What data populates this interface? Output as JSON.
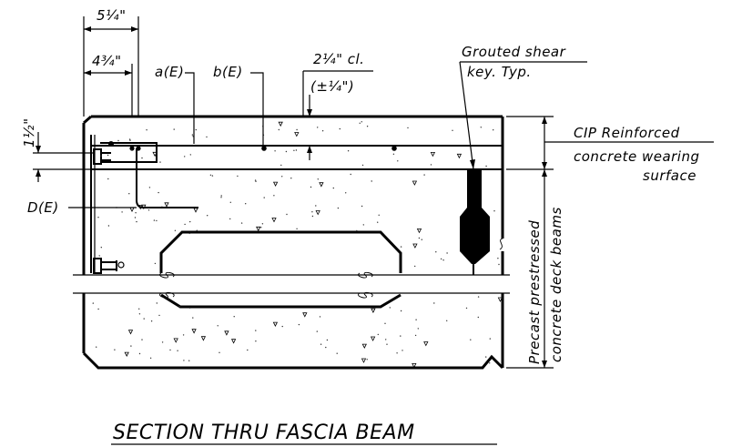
{
  "title": "SECTION THRU FASCIA BEAM",
  "dimensions": {
    "d_5_25": "5¼\"",
    "d_4_75": "4¾\"",
    "d_1_5": "1½\"",
    "d_2_25_clear": "2¼\" cl.",
    "d_tolerance": "(±¼\")"
  },
  "rebar_labels": {
    "a": "a(E)",
    "b": "b(E)",
    "d": "D(E)"
  },
  "callouts": {
    "grouted_line1": "Grouted shear",
    "grouted_line2": "key. Typ.",
    "cip_line1": "CIP Reinforced",
    "cip_line2": "concrete wearing",
    "cip_line3": "surface",
    "precast_line1": "Precast prestressed",
    "precast_line2": "concrete deck beams"
  },
  "colors": {
    "ink": "#000000",
    "paper": "#ffffff"
  }
}
